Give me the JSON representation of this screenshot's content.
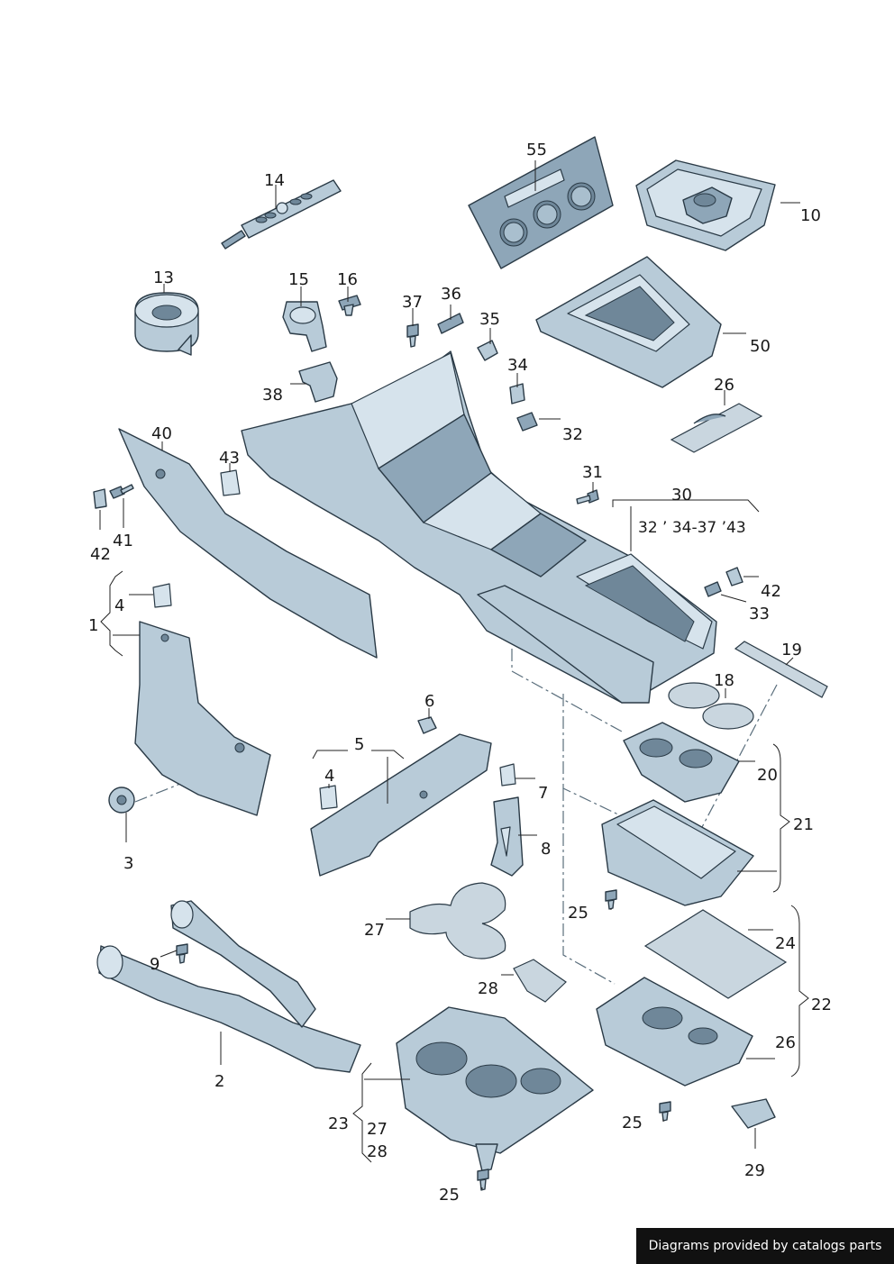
{
  "callouts": {
    "c1": "1",
    "c2": "2",
    "c3": "3",
    "c4a": "4",
    "c4b": "4",
    "c5": "5",
    "c6": "6",
    "c7": "7",
    "c8": "8",
    "c9": "9",
    "c10": "10",
    "c13": "13",
    "c14": "14",
    "c15": "15",
    "c16": "16",
    "c18": "18",
    "c19": "19",
    "c20": "20",
    "c21": "21",
    "c22": "22",
    "c23": "23",
    "c24": "24",
    "c25a": "25",
    "c25b": "25",
    "c25c": "25",
    "c26a": "26",
    "c26b": "26",
    "c27a": "27",
    "c27b": "27",
    "c28a": "28",
    "c28b": "28",
    "c29": "29",
    "c30": "30",
    "c30sub": "32 ’ 34-37  ’43",
    "c31": "31",
    "c32": "32",
    "c33": "33",
    "c34": "34",
    "c35": "35",
    "c36": "36",
    "c37": "37",
    "c38": "38",
    "c40": "40",
    "c41": "41",
    "c42a": "42",
    "c42b": "42",
    "c43": "43",
    "c50": "50",
    "c55": "55"
  },
  "footer": {
    "text": "Diagrams provided by catalogs parts"
  },
  "colors": {
    "part_fill": "#b8cbd8",
    "outline": "#2a3a46",
    "footer_bg": "#111111"
  }
}
